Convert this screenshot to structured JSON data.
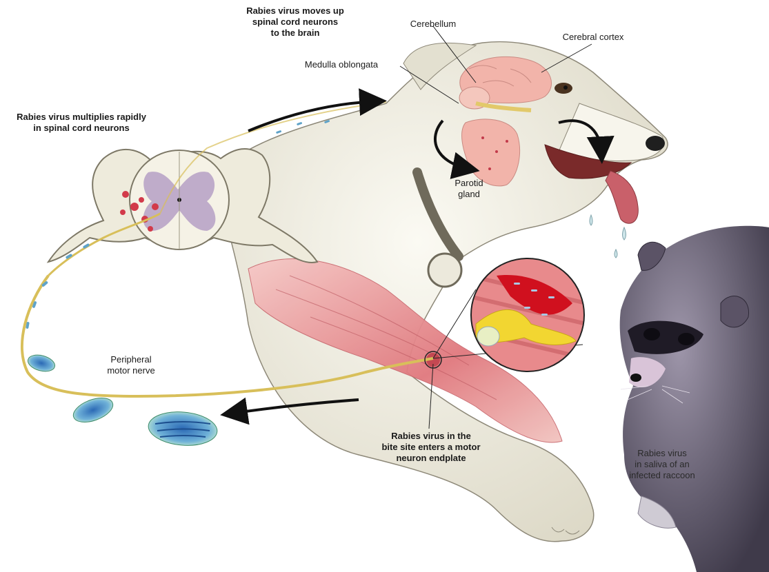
{
  "labels": {
    "virus_moves_up": [
      "Rabies virus moves up",
      "spinal cord neurons",
      "to the brain"
    ],
    "cerebellum": "Cerebellum",
    "cerebral_cortex": "Cerebral cortex",
    "medulla": "Medulla oblongata",
    "virus_multiplies": [
      "Rabies virus multiplies rapidly",
      "in spinal cord neurons"
    ],
    "parotid": [
      "Parotid",
      "gland"
    ],
    "peripheral": [
      "Peripheral",
      "motor nerve"
    ],
    "bite_site": [
      "Rabies virus in the",
      "bite site enters a motor",
      "neuron endplate"
    ],
    "raccoon": [
      "Rabies virus",
      "in saliva of an",
      "infected  raccoon"
    ]
  },
  "colors": {
    "nerve": "#d8bf5a",
    "virus_body": "#5fa3c9",
    "virus_glow": "#9fd6b8",
    "muscle": "#e07a7e",
    "brain": "#f2b4aa",
    "spinal_gray": "#b9a4c6",
    "dog_fur": "#f3f1e6",
    "raccoon_fur": "#6a6277",
    "arrow": "#111111"
  }
}
